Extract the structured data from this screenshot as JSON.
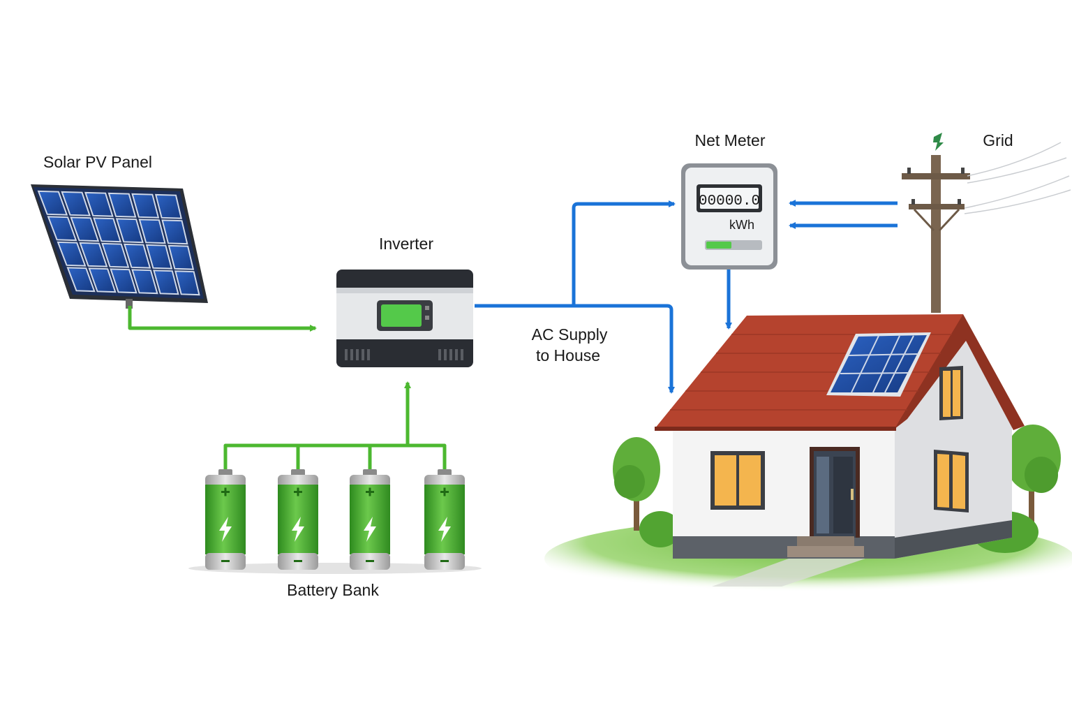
{
  "labels": {
    "solar_panel": "Solar PV Panel",
    "inverter": "Inverter",
    "net_meter": "Net Meter",
    "grid": "Grid",
    "ac_supply_line1": "AC Supply",
    "ac_supply_line2": "to House",
    "battery_bank": "Battery Bank"
  },
  "meter": {
    "reading": "00000.0",
    "unit": "kWh"
  },
  "colors": {
    "dc_line": "#4cb830",
    "ac_line": "#1a73d8",
    "panel_cell": "#1f4ea0",
    "roof": "#b5432e",
    "battery": "#3f9e2c"
  },
  "battery_count": 4
}
